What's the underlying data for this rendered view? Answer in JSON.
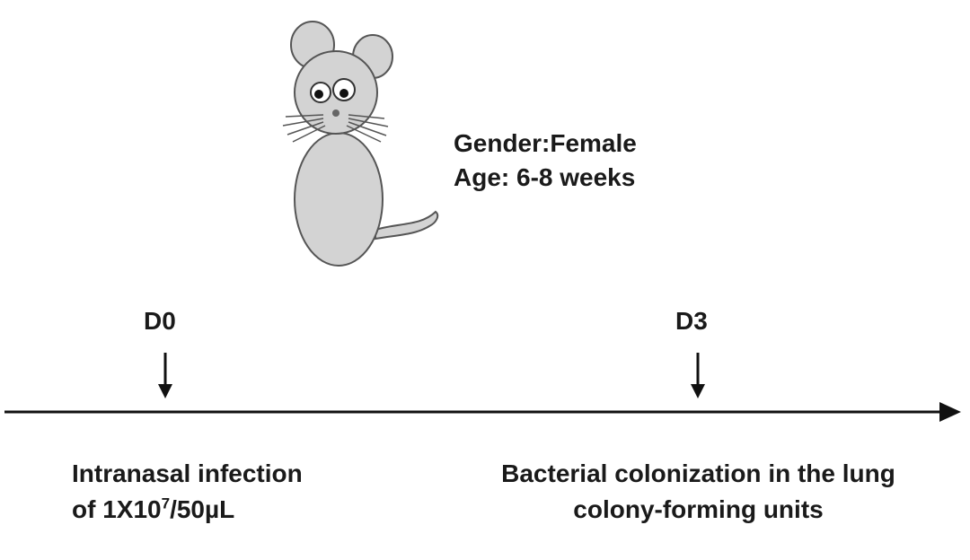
{
  "subject": {
    "gender": "Gender:Female",
    "age": "Age: 6-8 weeks"
  },
  "timeline": {
    "events": [
      {
        "day": "D0",
        "line1": "Intranasal infection",
        "line2_prefix": "of 1X10",
        "line2_exponent": "7",
        "line2_suffix": "/50µL"
      },
      {
        "day": "D3",
        "line1": "Bacterial colonization in the lung",
        "line2": "colony-forming units"
      }
    ]
  },
  "colors": {
    "mouse_fill": "#d3d3d3",
    "mouse_stroke": "#555555",
    "ink": "#111111"
  }
}
